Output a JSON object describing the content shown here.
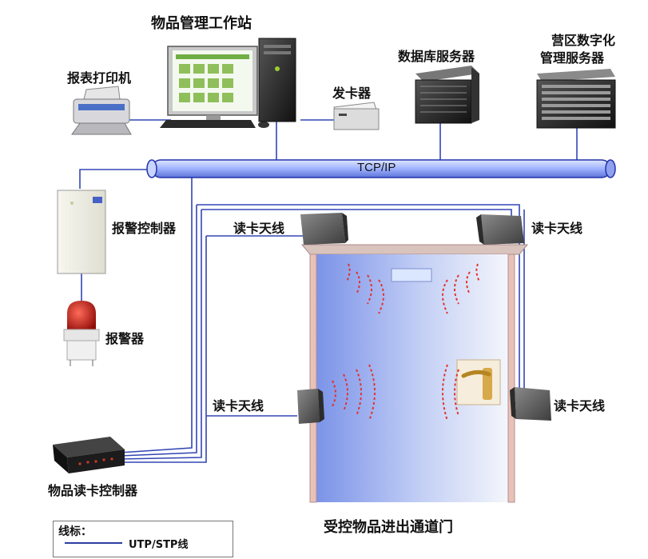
{
  "labels": {
    "workstation": "物品管理工作站",
    "printer": "报表打印机",
    "card_issuer": "发卡器",
    "db_server": "数据库服务器",
    "camp_server_line1": "营区数字化",
    "camp_server_line2": "管理服务器",
    "bus": "TCP/IP",
    "alarm_controller": "报警控制器",
    "alarm": "报警器",
    "antenna_top_left": "读卡天线",
    "antenna_top_right": "读卡天线",
    "antenna_mid_left": "读卡天线",
    "antenna_mid_right": "读卡天线",
    "reader_controller": "物品读卡控制器",
    "gate": "受控物品进出通道门"
  },
  "legend": {
    "title": "线标：",
    "entry": "UTP/STP线"
  },
  "colors": {
    "cable": "#3346b5",
    "bus_fill": "#aabfff",
    "bus_stroke": "#2233aa",
    "rf_wave": "#e0332e",
    "door_frame": "#e9c2b7",
    "door_gradient_left": "#7c93e8",
    "door_gradient_right": "#f4f6fb"
  }
}
